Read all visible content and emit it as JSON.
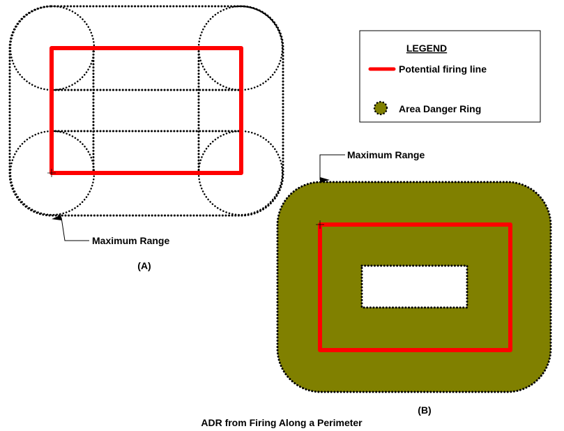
{
  "legend": {
    "title": "LEGEND",
    "items": [
      {
        "label": "Potential firing line",
        "color": "#ff0000"
      },
      {
        "label": "Area Danger Ring",
        "color": "#808000"
      }
    ]
  },
  "panel_a": {
    "label": "(A)",
    "annotation": "Maximum Range"
  },
  "panel_b": {
    "label": "(B)",
    "annotation": "Maximum Range"
  },
  "caption": "ADR from Firing Along a Perimeter"
}
